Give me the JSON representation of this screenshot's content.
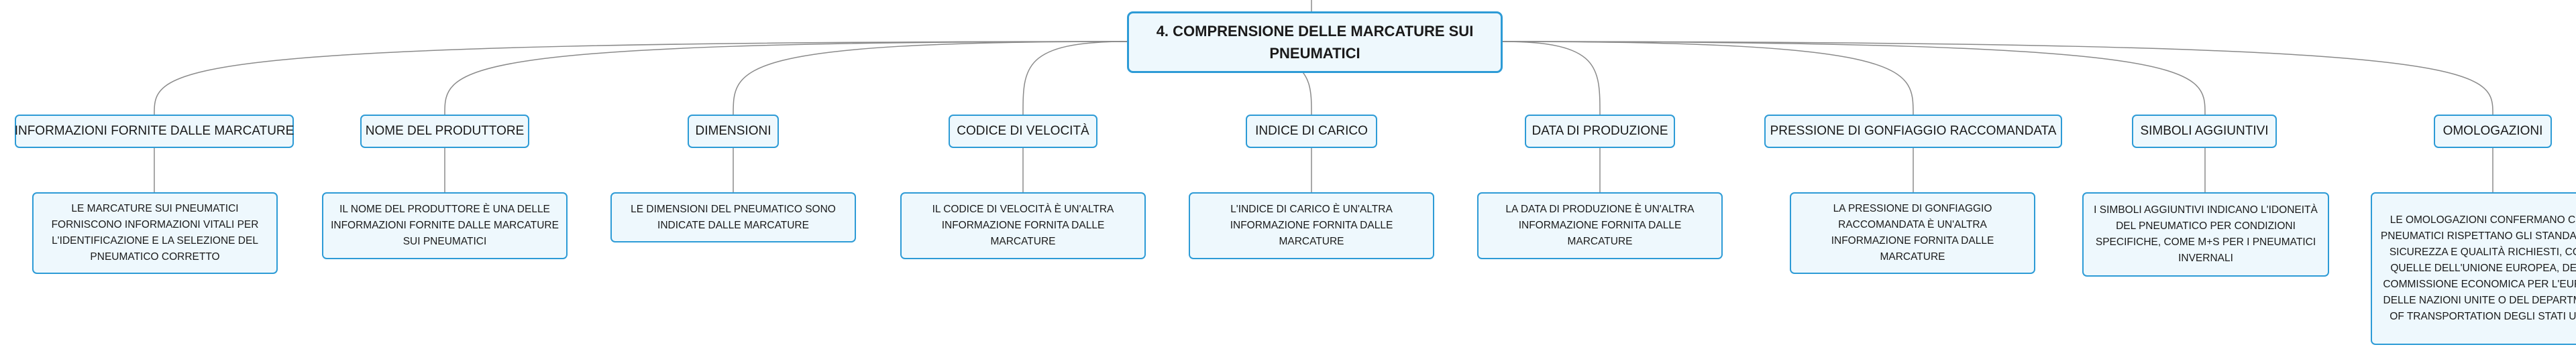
{
  "root": {
    "title": "4. COMPRENSIONE DELLE MARCATURE SUI PNEUMATICI"
  },
  "branches": [
    {
      "topic": "INFORMAZIONI FORNITE DALLE MARCATURE",
      "description": "LE MARCATURE SUI PNEUMATICI FORNISCONO INFORMAZIONI VITALI PER L'IDENTIFICAZIONE E LA SELEZIONE DEL PNEUMATICO CORRETTO"
    },
    {
      "topic": "NOME DEL PRODUTTORE",
      "description": "IL NOME DEL PRODUTTORE È UNA DELLE INFORMAZIONI FORNITE DALLE MARCATURE SUI PNEUMATICI"
    },
    {
      "topic": "DIMENSIONI",
      "description": "LE DIMENSIONI DEL PNEUMATICO SONO INDICATE DALLE MARCATURE"
    },
    {
      "topic": "CODICE DI VELOCITÀ",
      "description": "IL CODICE DI VELOCITÀ È UN'ALTRA INFORMAZIONE FORNITA DALLE MARCATURE"
    },
    {
      "topic": "INDICE DI CARICO",
      "description": "L'INDICE DI CARICO È UN'ALTRA INFORMAZIONE FORNITA DALLE MARCATURE"
    },
    {
      "topic": "DATA DI PRODUZIONE",
      "description": "LA DATA DI PRODUZIONE È UN'ALTRA INFORMAZIONE FORNITA DALLE MARCATURE"
    },
    {
      "topic": "PRESSIONE DI GONFIAGGIO RACCOMANDATA",
      "description": "LA PRESSIONE DI GONFIAGGIO RACCOMANDATA È UN'ALTRA INFORMAZIONE FORNITA DALLE MARCATURE"
    },
    {
      "topic": "SIMBOLI AGGIUNTIVI",
      "description": "I SIMBOLI AGGIUNTIVI INDICANO L'IDONEITÀ DEL PNEUMATICO PER CONDIZIONI SPECIFICHE, COME M+S PER I PNEUMATICI INVERNALI"
    },
    {
      "topic": "OMOLOGAZIONI",
      "description": "LE OMOLOGAZIONI CONFERMANO CHE I PNEUMATICI RISPETTANO GLI STANDARD DI SICUREZZA E QUALITÀ RICHIESTI, COME QUELLE DELL'UNIONE EUROPEA, DELLA COMMISSIONE ECONOMICA PER L'EUROPA DELLE NAZIONI UNITE O DEL DEPARTMENT OF TRANSPORTATION DEGLI STATI UNITI"
    }
  ],
  "colors": {
    "border": "#2d9bd6",
    "fill": "#eef8fd",
    "line": "#8a8a8a"
  }
}
